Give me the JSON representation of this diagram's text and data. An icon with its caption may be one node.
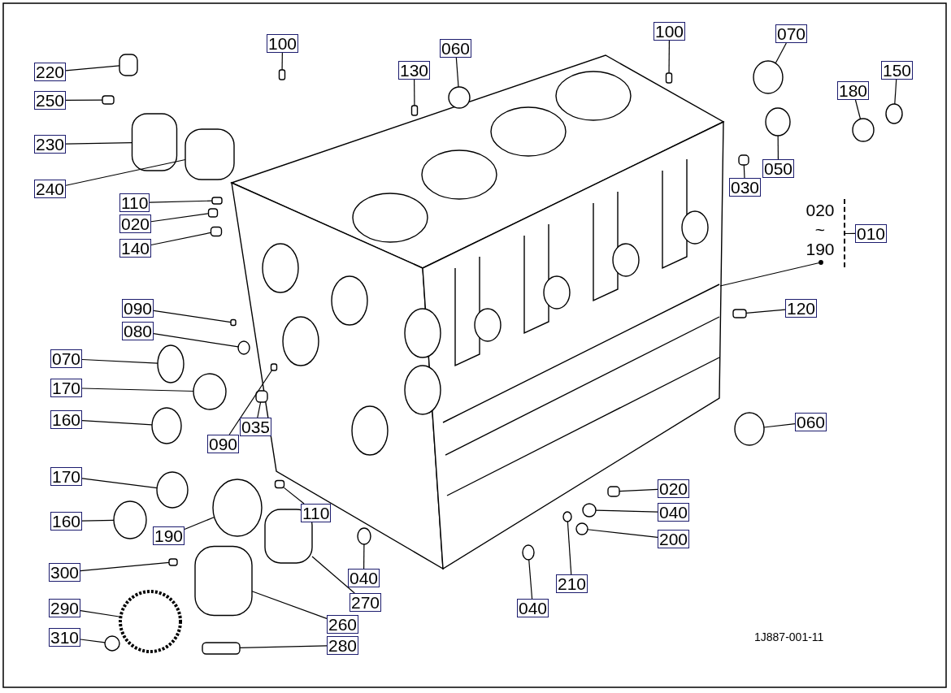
{
  "diagram": {
    "nodes": [
      {
        "text": [
          "220"
        ]
      },
      {
        "text": [
          "250"
        ]
      },
      {
        "text": [
          "230"
        ]
      },
      {
        "text": [
          "240"
        ]
      },
      {
        "text": [
          "100"
        ]
      },
      {
        "text": [
          "110"
        ]
      },
      {
        "text": [
          "020"
        ]
      },
      {
        "text": [
          "140"
        ]
      },
      {
        "text": [
          "130"
        ]
      },
      {
        "text": [
          "060"
        ]
      },
      {
        "text": [
          "100"
        ]
      },
      {
        "text": [
          "070"
        ]
      },
      {
        "text": [
          "150"
        ]
      },
      {
        "text": [
          "180"
        ]
      },
      {
        "text": [
          "050"
        ]
      },
      {
        "text": [
          "030"
        ]
      },
      {
        "text": [
          "020 ~ 190"
        ]
      },
      {
        "text": [
          "120"
        ]
      },
      {
        "text": [
          "090"
        ]
      },
      {
        "text": [
          "080"
        ]
      },
      {
        "text": [
          "070"
        ]
      },
      {
        "text": [
          "170"
        ]
      },
      {
        "text": [
          "160"
        ]
      },
      {
        "text": [
          "090"
        ]
      },
      {
        "text": [
          "035"
        ]
      },
      {
        "text": [
          "060"
        ]
      },
      {
        "text": [
          "170"
        ]
      },
      {
        "text": [
          "160"
        ]
      },
      {
        "text": [
          "190"
        ]
      },
      {
        "text": [
          "110"
        ]
      },
      {
        "text": [
          "020"
        ]
      },
      {
        "text": [
          "040"
        ]
      },
      {
        "text": [
          "200"
        ]
      },
      {
        "text": [
          "040"
        ]
      },
      {
        "text": [
          "210"
        ]
      },
      {
        "text": [
          "270"
        ]
      },
      {
        "text": [
          "040"
        ]
      },
      {
        "text": [
          "300"
        ]
      },
      {
        "text": [
          "290"
        ]
      },
      {
        "text": [
          "260"
        ]
      },
      {
        "text": [
          "310"
        ]
      },
      {
        "text": [
          "280"
        ]
      },
      {
        "text": [
          "010"
        ]
      },
      {
        "text": [],
        "shape": "box"
      },
      {
        "text": [],
        "shape": "box"
      },
      {
        "text": [],
        "shape": "box"
      },
      {
        "text": [],
        "shape": "box"
      },
      {
        "text": [],
        "shape": "box"
      },
      {
        "text": [],
        "shape": "box"
      },
      {
        "text": [],
        "shape": "box"
      },
      {
        "text": [],
        "shape": "box"
      },
      {
        "text": [],
        "shape": "box"
      },
      {
        "text": [],
        "shape": "circle"
      },
      {
        "text": [],
        "shape": "box"
      },
      {
        "text": [],
        "shape": "circle"
      },
      {
        "text": [],
        "shape": "circle"
      },
      {
        "text": [],
        "shape": "circle"
      },
      {
        "text": [],
        "shape": "circle"
      },
      {
        "text": [],
        "shape": "box"
      },
      {
        "text": [],
        "shape": "box"
      },
      {
        "text": [],
        "shape": "box"
      },
      {
        "text": [],
        "shape": "circle"
      },
      {
        "text": [],
        "shape": "circle"
      },
      {
        "text": [],
        "shape": "circle"
      },
      {
        "text": [],
        "shape": "circle"
      },
      {
        "text": [],
        "shape": "box"
      },
      {
        "text": [],
        "shape": "box"
      },
      {
        "text": [],
        "shape": "circle"
      },
      {
        "text": [],
        "shape": "circle"
      },
      {
        "text": [],
        "shape": "circle"
      },
      {
        "text": [],
        "shape": "circle"
      },
      {
        "text": [],
        "shape": "box"
      },
      {
        "text": [],
        "shape": "box"
      },
      {
        "text": [],
        "shape": "circle"
      },
      {
        "text": [],
        "shape": "circle"
      },
      {
        "text": [],
        "shape": "circle"
      },
      {
        "text": [],
        "shape": "circle"
      },
      {
        "text": [],
        "shape": "box"
      },
      {
        "text": [],
        "shape": "circle"
      },
      {
        "text": [],
        "shape": "box"
      },
      {
        "text": [],
        "shape": "circle"
      },
      {
        "text": [],
        "shape": "box"
      },
      {
        "text": [],
        "shape": "circle"
      },
      {
        "text": [],
        "shape": "box"
      },
      {
        "text": [],
        "shape": "picture"
      }
    ],
    "edges": [
      {
        "from": 0,
        "to": 43,
        "arrow": "none"
      },
      {
        "from": 1,
        "to": 44,
        "arrow": "none"
      },
      {
        "from": 2,
        "to": 45,
        "arrow": "none"
      },
      {
        "from": 3,
        "to": 46,
        "arrow": "none"
      },
      {
        "from": 4,
        "to": 47,
        "arrow": "none"
      },
      {
        "from": 5,
        "to": 48,
        "arrow": "none"
      },
      {
        "from": 6,
        "to": 49,
        "arrow": "none"
      },
      {
        "from": 7,
        "to": 50,
        "arrow": "none"
      },
      {
        "from": 8,
        "to": 51,
        "arrow": "none"
      },
      {
        "from": 9,
        "to": 52,
        "arrow": "none"
      },
      {
        "from": 10,
        "to": 53,
        "arrow": "none"
      },
      {
        "from": 11,
        "to": 54,
        "arrow": "none"
      },
      {
        "from": 12,
        "to": 55,
        "arrow": "none"
      },
      {
        "from": 13,
        "to": 56,
        "arrow": "none"
      },
      {
        "from": 14,
        "to": 57,
        "arrow": "none"
      },
      {
        "from": 15,
        "to": 58,
        "arrow": "none"
      },
      {
        "from": 16,
        "to": 84,
        "arrow": "other"
      },
      {
        "from": 17,
        "to": 59,
        "arrow": "none"
      },
      {
        "from": 18,
        "to": 60,
        "arrow": "none"
      },
      {
        "from": 19,
        "to": 61,
        "arrow": "none"
      },
      {
        "from": 20,
        "to": 62,
        "arrow": "none"
      },
      {
        "from": 21,
        "to": 63,
        "arrow": "none"
      },
      {
        "from": 22,
        "to": 64,
        "arrow": "none"
      },
      {
        "from": 23,
        "to": 65,
        "arrow": "none"
      },
      {
        "from": 24,
        "to": 66,
        "arrow": "none"
      },
      {
        "from": 25,
        "to": 67,
        "arrow": "none"
      },
      {
        "from": 26,
        "to": 68,
        "arrow": "none"
      },
      {
        "from": 27,
        "to": 69,
        "arrow": "none"
      },
      {
        "from": 28,
        "to": 70,
        "arrow": "none"
      },
      {
        "from": 29,
        "to": 71,
        "arrow": "none"
      },
      {
        "from": 30,
        "to": 72,
        "arrow": "none"
      },
      {
        "from": 31,
        "to": 73,
        "arrow": "none"
      },
      {
        "from": 32,
        "to": 74,
        "arrow": "none"
      },
      {
        "from": 33,
        "to": 75,
        "arrow": "none"
      },
      {
        "from": 34,
        "to": 76,
        "arrow": "none"
      },
      {
        "from": 35,
        "to": 77,
        "arrow": "none"
      },
      {
        "from": 36,
        "to": 78,
        "arrow": "none"
      },
      {
        "from": 37,
        "to": 79,
        "arrow": "none"
      },
      {
        "from": 38,
        "to": 80,
        "arrow": "none"
      },
      {
        "from": 39,
        "to": 81,
        "arrow": "none"
      },
      {
        "from": 40,
        "to": 82,
        "arrow": "none"
      },
      {
        "from": 41,
        "to": 83,
        "arrow": "none"
      },
      {
        "from": 42,
        "to": 16,
        "arrow": "none"
      }
    ],
    "labels": [
      "1J887-001-11"
    ]
  }
}
